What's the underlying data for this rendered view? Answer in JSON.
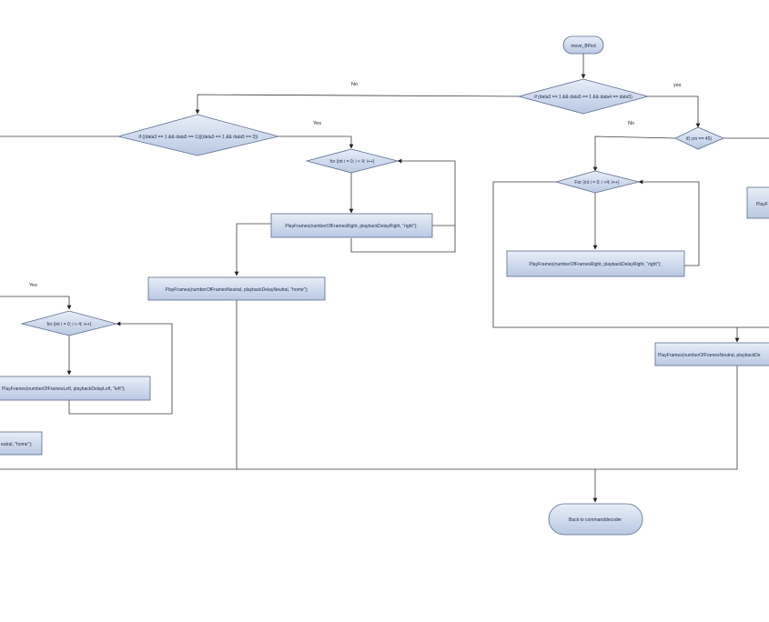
{
  "diagram": {
    "nodes": {
      "start": "move_BPed",
      "cond_main": "if (data3 == 1 && data5 == 1 && data4 == data5)",
      "cond_left": "if ((data3 == 1 && data5 == 1)||(data3 == 1 && data5 == 3))",
      "cond_right": "if( cm == 45)",
      "loop_mid": "for (int i = 0; i < 4; i++)",
      "loop_right": "For (int i = 0; i <4; i++)",
      "loop_left": "for (int i = 0; i < 4; i++)",
      "play_right_mid": "PlayFrames(numberOfFramesRight, playbackDelayRight, \"right\");",
      "play_right_right": "PlayFrames(numberOfFramesRight, playbackDelayRight, \"right\");",
      "play_neutral_mid": "PlayFrames(numberOfFramesNeutral, playbackDelayNeutral, \"home\");",
      "play_left": "PlayFrames(numberOfFramesLeft, playbackDelayLeft, \"left\");",
      "play_neutral_left": "eutral, \"home\");",
      "play_neutral_right": "PlayFrames(numberOfFramesNeutral, playbackDe",
      "play_partial_right": "PlayF",
      "end": "Back to commanddecoder"
    },
    "edge_labels": {
      "main_no": "No",
      "main_yes": "yes",
      "left_yes": "Yes",
      "right_no": "No",
      "far_left_yes": "Yes"
    },
    "colors": {
      "fill_top": "#e8eef8",
      "fill_bottom": "#b9c8e2",
      "stroke": "#5a6b8c",
      "line": "#3b3b3b"
    }
  }
}
